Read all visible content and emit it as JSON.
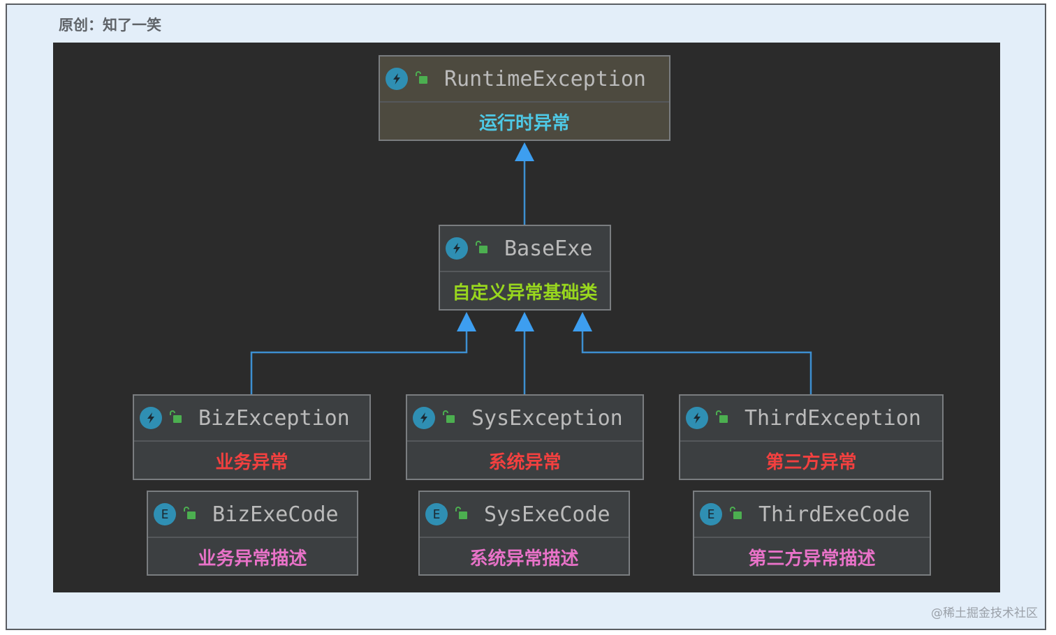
{
  "caption": "原创：知了一笑",
  "watermark": "@稀土掘金技术社区",
  "colors": {
    "link": "#3d8fd1",
    "runtime_desc": "#4ec9e6",
    "base_desc": "#98d61e",
    "exception_desc": "#f2403f",
    "code_desc": "#e872c8"
  },
  "nodes": {
    "runtime": {
      "name": "RuntimeException",
      "desc": "运行时异常",
      "icon": "exception-class-icon"
    },
    "base": {
      "name": "BaseExe",
      "desc": "自定义异常基础类",
      "icon": "exception-class-icon"
    },
    "biz": {
      "name": "BizException",
      "desc": "业务异常",
      "icon": "exception-class-icon"
    },
    "sys": {
      "name": "SysException",
      "desc": "系统异常",
      "icon": "exception-class-icon"
    },
    "third": {
      "name": "ThirdException",
      "desc": "第三方异常",
      "icon": "exception-class-icon"
    },
    "biz_code": {
      "name": "BizExeCode",
      "desc": "业务异常描述",
      "icon": "enum-icon",
      "icon_letter": "E"
    },
    "sys_code": {
      "name": "SysExeCode",
      "desc": "系统异常描述",
      "icon": "enum-icon",
      "icon_letter": "E"
    },
    "third_code": {
      "name": "ThirdExeCode",
      "desc": "第三方异常描述",
      "icon": "enum-icon",
      "icon_letter": "E"
    }
  }
}
